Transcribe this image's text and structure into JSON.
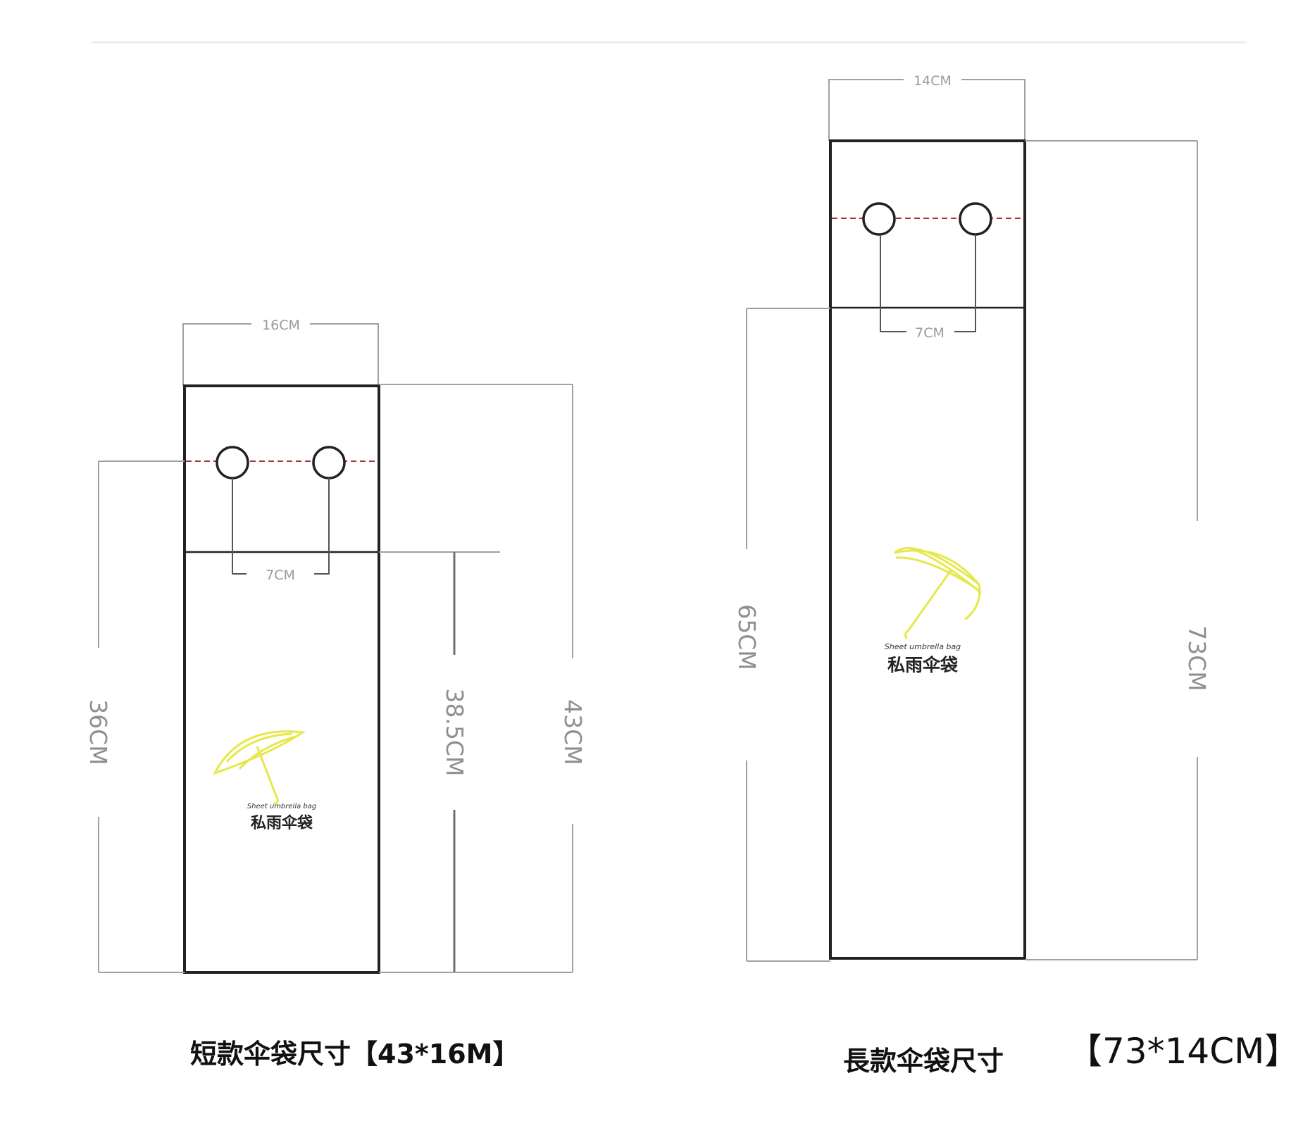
{
  "short_bag": {
    "width_label": "16CM",
    "hole_spacing_label": "7CM",
    "dim_36_label": "36CM",
    "dim_385_label": "38.5CM",
    "dim_43_label": "43CM",
    "logo_text_en": "Sheet umbrella bag",
    "logo_text_cn": "私雨伞袋",
    "caption": "短款伞袋尺寸【43*16M】"
  },
  "long_bag": {
    "width_label": "14CM",
    "hole_spacing_label": "7CM",
    "dim_65_label": "65CM",
    "dim_73_label": "73CM",
    "logo_text_en": "Sheet umbrella bag",
    "logo_text_cn": "私雨伞袋",
    "caption": "長款伞袋尺寸",
    "caption_dims": "【73*14CM】"
  },
  "colors": {
    "outline": "#222222",
    "dim_line": "#a0a0a0",
    "fold_line": "#b03030",
    "umbrella": "#e8e84a"
  }
}
